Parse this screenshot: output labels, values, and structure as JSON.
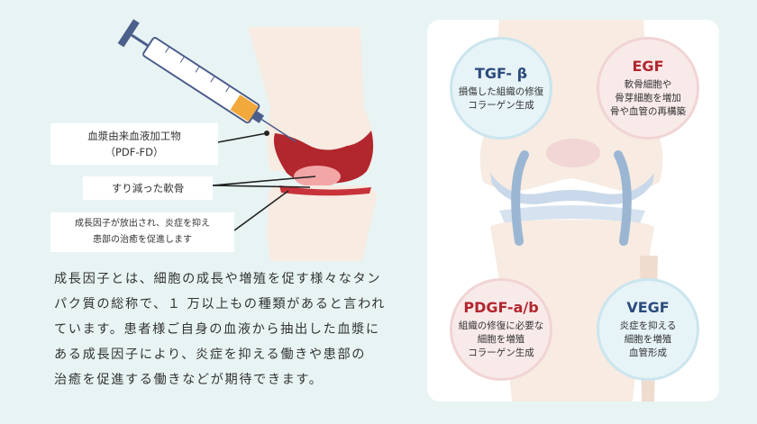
{
  "labels": {
    "pdf_line1": "血漿由来血液加工物",
    "pdf_line2": "（PDF-FD）",
    "cartilage": "すり減った軟骨",
    "growth_line1": "成長因子が放出され、炎症を抑え",
    "growth_line2": "患部の治癒を促進します"
  },
  "description": {
    "line1": "成長因子とは、細胞の成長や増殖を促す様々なタン",
    "line2": "パク質の総称で、１ 万以上もの種類があると言われ",
    "line3": "ています。患者様ご自身の血液から抽出した血漿に",
    "line4": "ある成長因子により、炎症を抑える働きや患部の",
    "line5": "治癒を促進する働きなどが期待できます。"
  },
  "factors": {
    "tgf": {
      "title": "TGF- β",
      "line1": "損傷した組織の修復",
      "line2": "コラーゲン生成",
      "line3": ""
    },
    "egf": {
      "title": "EGF",
      "line1": "軟骨細胞や",
      "line2": "骨芽細胞を増加",
      "line3": "骨や血管の再構築"
    },
    "pdgf": {
      "title": "PDGF-a/b",
      "line1": "組織の修復に必要な",
      "line2": "細胞を増殖",
      "line3": "コラーゲン生成"
    },
    "vegf": {
      "title": "VEGF",
      "line1": "炎症を抑える",
      "line2": "細胞を増殖",
      "line3": "血管形成"
    }
  },
  "colors": {
    "background": "#e8f4f4",
    "bone": "#f7ebe2",
    "inflammation_red": "#b2262e",
    "syringe_orange": "#f2a93b",
    "title_blue": "#2c4a7c",
    "title_red": "#b2262e"
  }
}
